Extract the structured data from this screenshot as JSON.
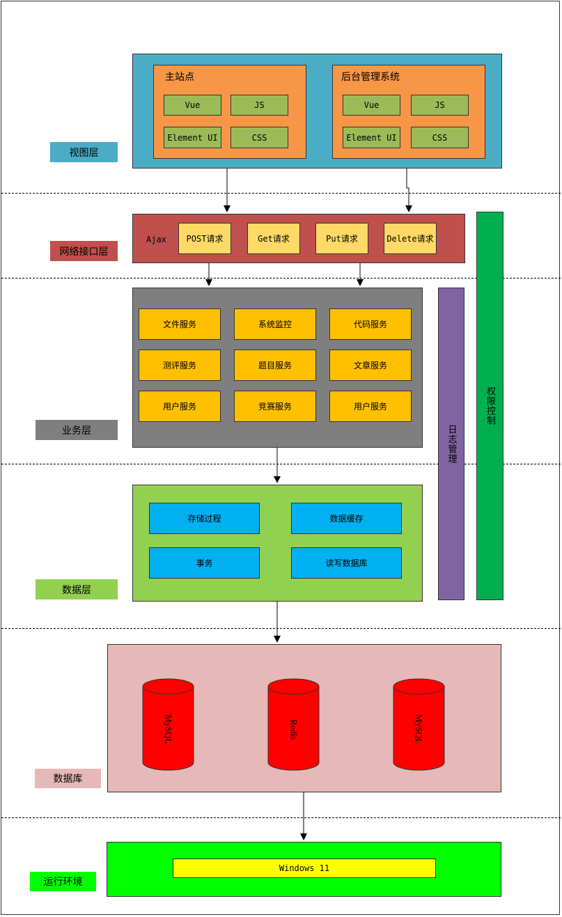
{
  "layers": {
    "view": "视图层",
    "network": "网络接口层",
    "business": "业务层",
    "data": "数据层",
    "database": "数据库",
    "runtime": "运行环境"
  },
  "view": {
    "main_site": {
      "title": "主站点",
      "items": [
        "Vue",
        "JS",
        "Element UI",
        "CSS"
      ]
    },
    "admin": {
      "title": "后台管理系统",
      "items": [
        "Vue",
        "JS",
        "Element UI",
        "CSS"
      ]
    }
  },
  "network": {
    "ajax": "Ajax",
    "requests": [
      "POST请求",
      "Get请求",
      "Put请求",
      "Delete请求"
    ]
  },
  "business": {
    "services": [
      "文件服务",
      "系统监控",
      "代码服务",
      "测评服务",
      "题目服务",
      "文章服务",
      "用户服务",
      "竞赛服务",
      "用户服务"
    ]
  },
  "data_layer": {
    "items": [
      "存储过程",
      "数据缓存",
      "事务",
      "读写数据库"
    ]
  },
  "side": {
    "log": "日志管理",
    "auth": "权限控制"
  },
  "database": {
    "items": [
      "MySQL",
      "Redis",
      "MySQL"
    ]
  },
  "runtime": {
    "os": "Windows 11"
  },
  "colors": {
    "view_bg": "#4bacc6",
    "panel_orange": "#f79646",
    "tech_green": "#9bbb59",
    "network_red": "#c0504d",
    "request_yellow": "#ffd966",
    "business_grey": "#7f7f7f",
    "service_orange": "#ffc000",
    "data_green": "#92d050",
    "data_blue": "#00b0f0",
    "log_purple": "#8064a2",
    "auth_green": "#00b050",
    "db_pink": "#e6b9b8",
    "cylinder_red": "#ff0000",
    "runtime_green": "#00ff00",
    "os_yellow": "#ffff00"
  }
}
